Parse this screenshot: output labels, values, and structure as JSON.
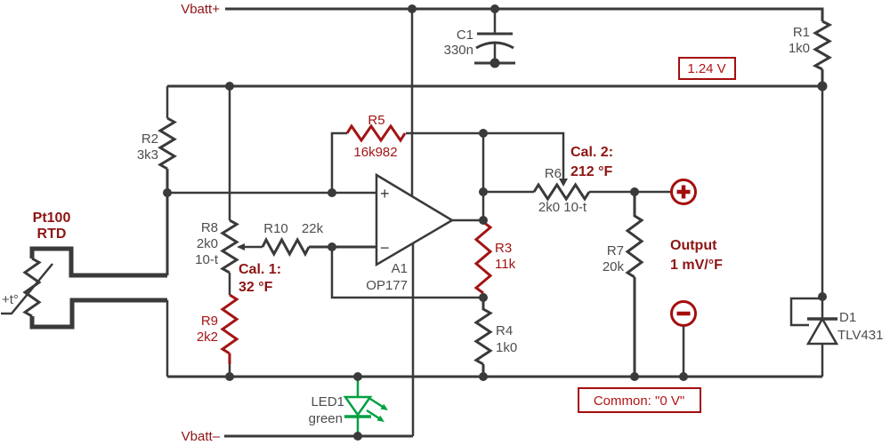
{
  "colors": {
    "wire": "#3a3a3a",
    "component_label": "#4d4d4d",
    "dark_red_text": "#8e1414",
    "red_element": "#a31414",
    "annotation_box_border": "#a50d0d",
    "annotation_box_text": "#b41414",
    "led_green": "#00a041",
    "background": "#ffffff"
  },
  "power": {
    "vbatt_plus": "Vbatt+",
    "vbatt_minus": "Vbatt–",
    "ref_voltage_box": "1.24 V",
    "common_box": "Common: \"0 V\""
  },
  "annotations": {
    "cal1_title": "Cal. 1:",
    "cal1_value": "32 °F",
    "cal2_title": "Cal. 2:",
    "cal2_value": "212 °F",
    "output_title": "Output",
    "output_value": "1 mV/°F",
    "sensor_name": "Pt100",
    "sensor_type": "RTD",
    "sensor_coeff": "+t°"
  },
  "opamp": {
    "plus_input": "+",
    "minus_input": "−"
  },
  "components": {
    "C1": {
      "ref": "C1",
      "value": "330n"
    },
    "R1": {
      "ref": "R1",
      "value": "1k0"
    },
    "R2": {
      "ref": "R2",
      "value": "3k3"
    },
    "R5": {
      "ref": "R5",
      "value": "16k982"
    },
    "R8": {
      "ref": "R8",
      "value": "2k0",
      "type": "10-t"
    },
    "R10": {
      "ref": "R10",
      "value": "22k"
    },
    "R9": {
      "ref": "R9",
      "value": "2k2"
    },
    "A1": {
      "ref": "A1",
      "value": "OP177"
    },
    "R3": {
      "ref": "R3",
      "value": "11k"
    },
    "R4": {
      "ref": "R4",
      "value": "1k0"
    },
    "R6": {
      "ref": "R6",
      "value": "2k0 10-t"
    },
    "R7": {
      "ref": "R7",
      "value": "20k"
    },
    "D1": {
      "ref": "D1",
      "value": "TLV431"
    },
    "LED1": {
      "ref": "LED1",
      "value": "green"
    }
  }
}
